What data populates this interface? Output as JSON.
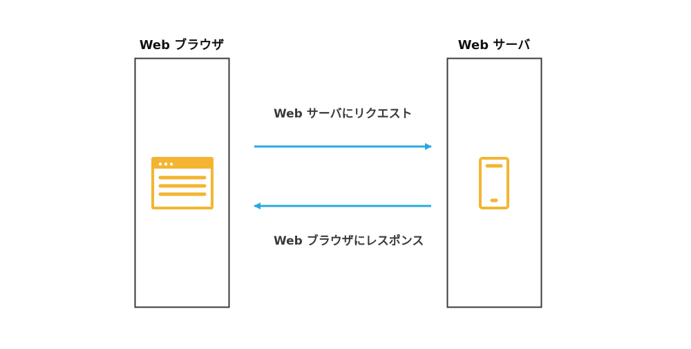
{
  "nodes": {
    "browser": {
      "title": "Web ブラウザ",
      "icon": "browser-window-icon"
    },
    "server": {
      "title": "Web サーバ",
      "icon": "mobile-device-icon"
    }
  },
  "edges": {
    "request": {
      "label": "Web サーバにリクエスト"
    },
    "response": {
      "label": "Web ブラウザにレスポンス"
    }
  },
  "colors": {
    "arrow": "#29a8df",
    "icon": "#f3b531",
    "box_border": "#3a3a3a",
    "text": "#111111"
  }
}
